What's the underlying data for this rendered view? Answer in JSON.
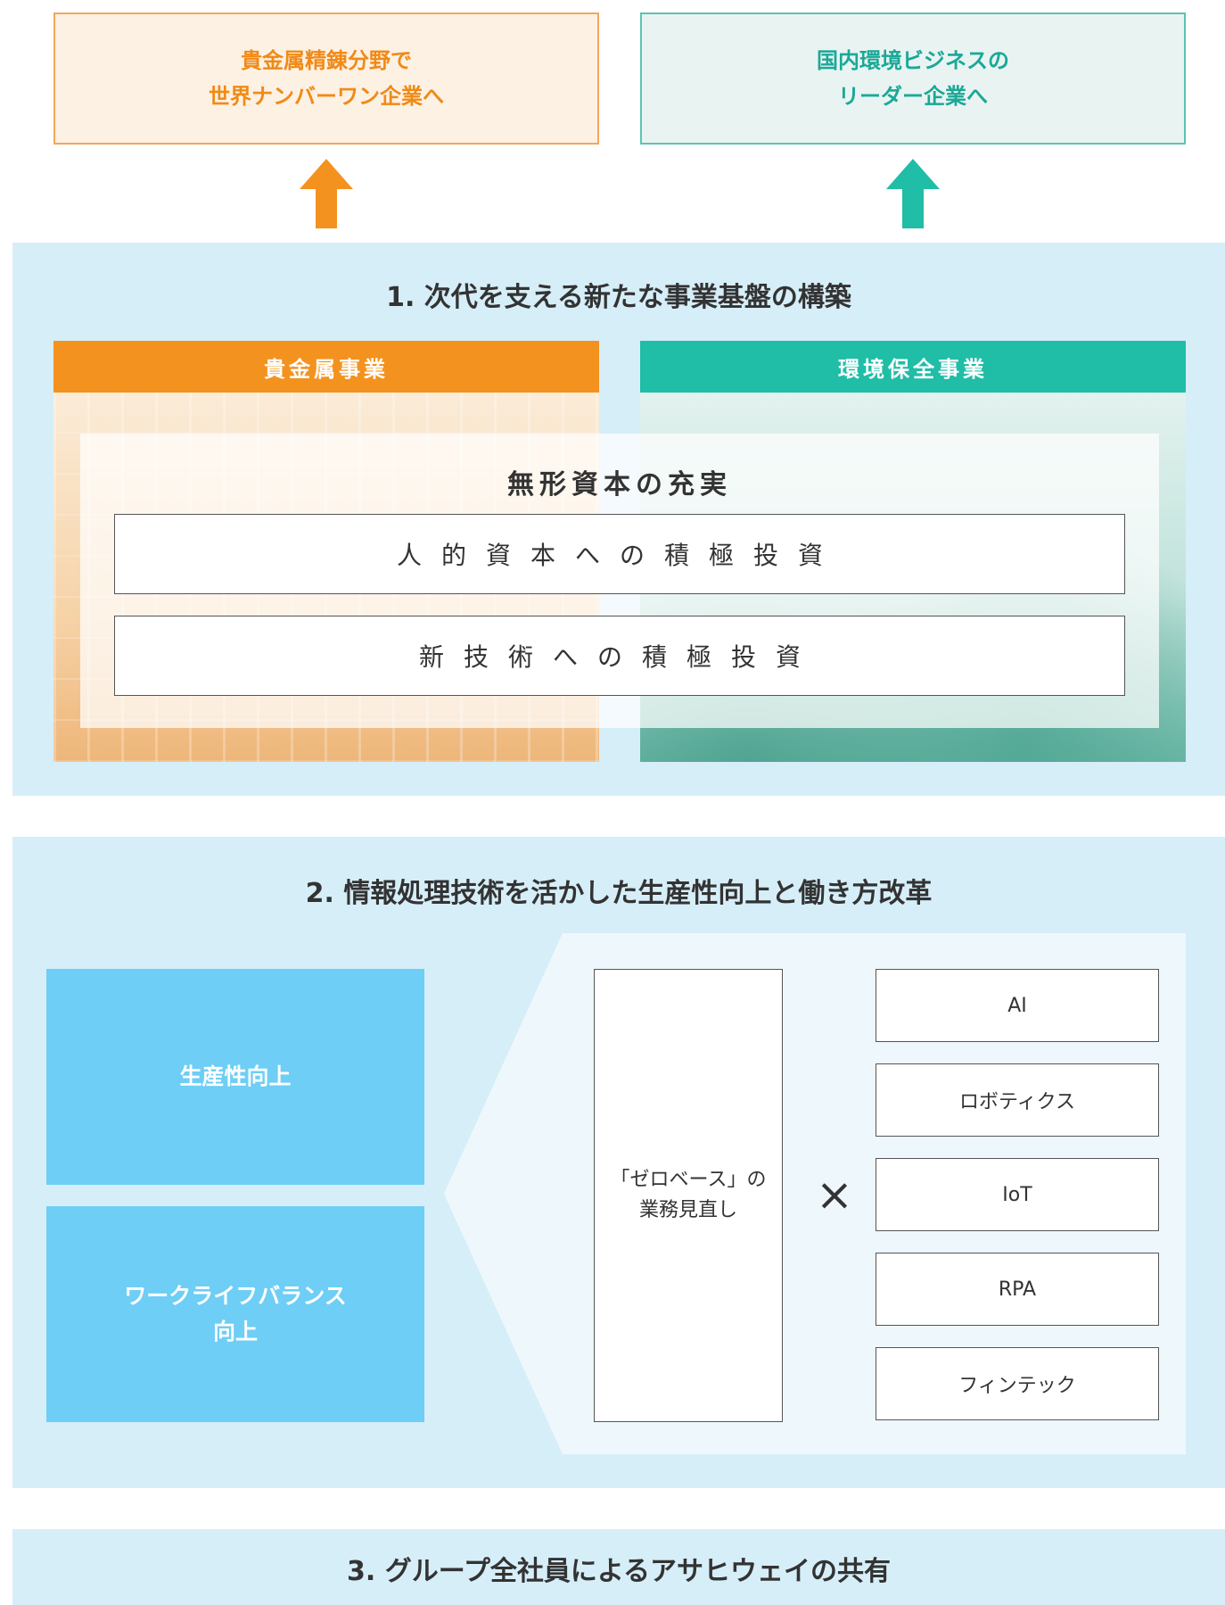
{
  "goals": {
    "precious_metals": "貴金属精錬分野で\n世界ナンバーワン企業へ",
    "environment": "国内環境ビジネスの\nリーダー企業へ"
  },
  "colors": {
    "orange": "#f49220",
    "teal": "#20bda7",
    "light_blue_panel": "#d6eef8",
    "sky_blue": "#6ecef5"
  },
  "section1": {
    "title": "1. 次代を支える新たな事業基盤の構築",
    "business_left": "貴金属事業",
    "business_right": "環境保全事業",
    "intangible_title": "無形資本の充実",
    "investments": [
      "人的資本への積極投資",
      "新技術への積極投資"
    ]
  },
  "section2": {
    "title": "2. 情報処理技術を活かした生産性向上と働き方改革",
    "goals": [
      "生産性向上",
      "ワークライフバランス\n向上"
    ],
    "zero_base": "「ゼロベース」の\n業務見直し",
    "multiply": "×",
    "technologies": [
      "AI",
      "ロボティクス",
      "IoT",
      "RPA",
      "フィンテック"
    ]
  },
  "section3": {
    "title": "3. グループ全社員によるアサヒウェイの共有"
  }
}
